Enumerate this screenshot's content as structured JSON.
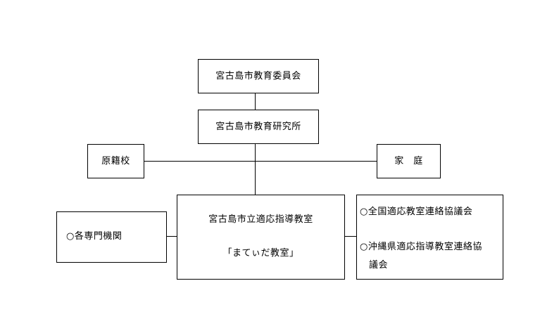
{
  "nodes": {
    "board": "宮古島市教育委員会",
    "institute": "宮古島市教育研究所",
    "school": "原籍校",
    "home": "家　庭",
    "room_name": "宮古島市立適応指導教室",
    "room_nickname": "「まてぃだ教室」",
    "specialists": "○各専門機関",
    "council_national": "○全国適応教室連絡協議会",
    "council_okinawa_line1": "○沖縄県適応指導教室連絡協",
    "council_okinawa_line2": "議会"
  }
}
